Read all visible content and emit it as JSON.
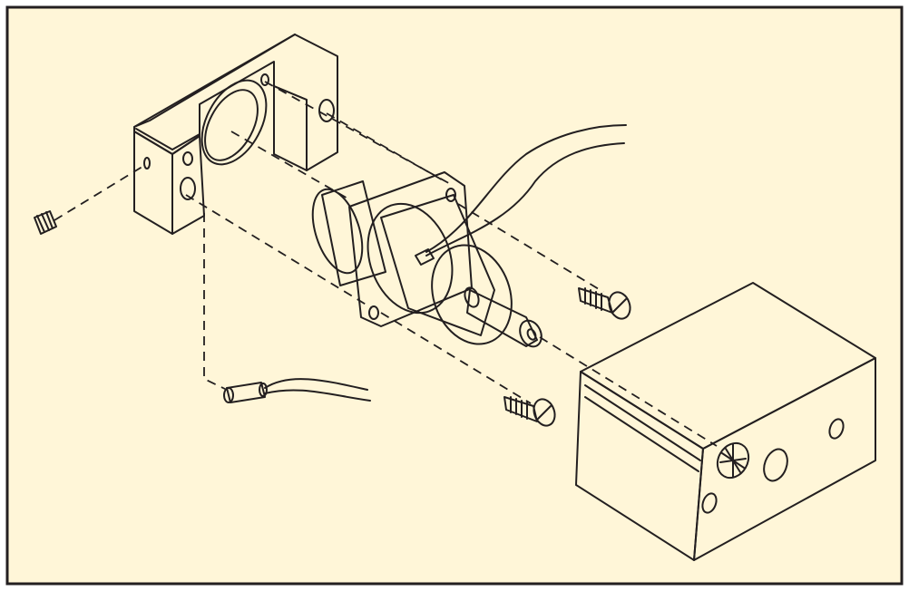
{
  "colors": {
    "background": "#fff6d8",
    "frame": "#231f20",
    "housing": "#b5abc3",
    "motor": "#b3ceab",
    "hardware": "#ffffff",
    "wire": "#231f20"
  },
  "parts": [
    {
      "id": "mounting-bracket",
      "icon": "bracket-icon"
    },
    {
      "id": "motor",
      "icon": "motor-icon"
    },
    {
      "id": "housing-cover",
      "icon": "box-icon"
    },
    {
      "id": "set-screw",
      "icon": "set-screw-icon"
    },
    {
      "id": "mounting-screws",
      "icon": "screw-icon",
      "count": 2
    },
    {
      "id": "sensor-probe",
      "icon": "probe-icon"
    }
  ]
}
